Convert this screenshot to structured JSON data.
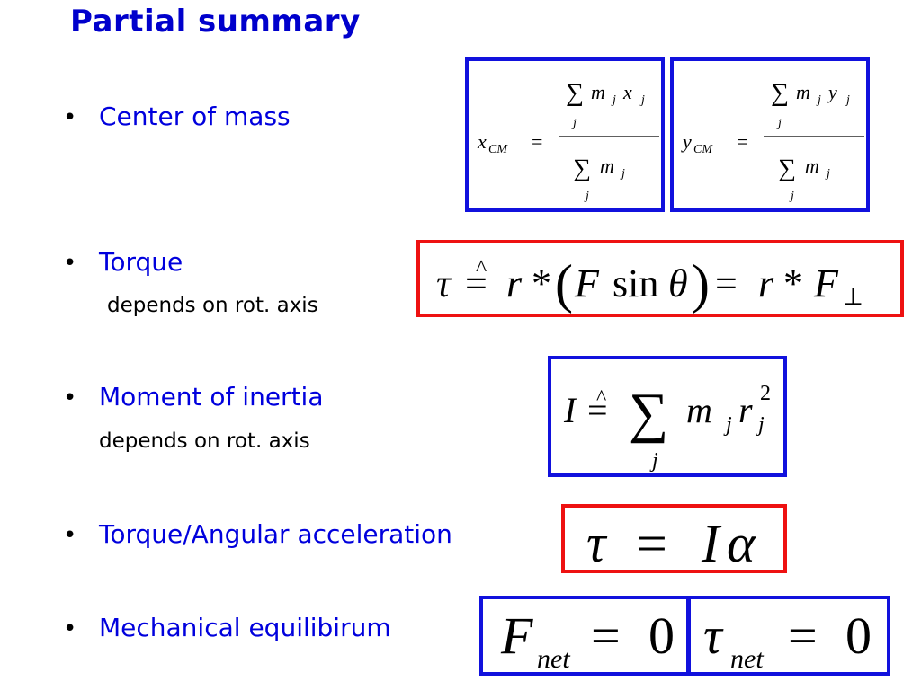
{
  "colors": {
    "title": "#0000cc",
    "accent": "#0000dd",
    "box_blue": "#1111dd",
    "box_red": "#ee1111"
  },
  "title": "Partial summary",
  "bullets": [
    {
      "label": "Center of mass",
      "sub": ""
    },
    {
      "label": "Torque",
      "sub": "depends on rot. axis"
    },
    {
      "label": "Moment of inertia",
      "sub": "depends on rot. axis"
    },
    {
      "label": "Torque/Angular acceleration",
      "sub": ""
    },
    {
      "label": "Mechanical equilibirum",
      "sub": ""
    }
  ],
  "bullet_symbol": "•",
  "formulas": {
    "xcm": {
      "lhs": "x",
      "lhs_sub": "CM",
      "eq": "=",
      "sum": "∑",
      "m": "m",
      "j": "j",
      "x": "x"
    },
    "ycm": {
      "lhs": "y",
      "lhs_sub": "CM",
      "eq": "=",
      "sum": "∑",
      "m": "m",
      "j": "j",
      "y": "y"
    },
    "torque": {
      "tau": "τ",
      "defeq": "=",
      "hat": "^",
      "r": "r",
      "star": "*",
      "lp": "(",
      "F": "F",
      "sin": "sin",
      "theta": "θ",
      "rp": ")",
      "eq": "=",
      "perp": "⊥"
    },
    "inertia": {
      "I": "I",
      "defeq": "=",
      "hat": "^",
      "sum": "∑",
      "m": "m",
      "r": "r",
      "j": "j",
      "two": "2"
    },
    "newton": {
      "tau": "τ",
      "eq": "=",
      "I": "I",
      "alpha": "α"
    },
    "equilibrium": {
      "F": "F",
      "net": "net",
      "eq": "=",
      "zero": "0",
      "tau": "τ"
    }
  }
}
